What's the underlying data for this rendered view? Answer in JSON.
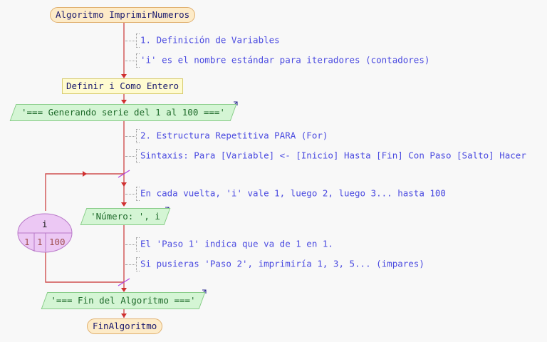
{
  "diagram": {
    "start": {
      "label": "Algoritmo ImprimirNumeros"
    },
    "end": {
      "label": "FinAlgoritmo"
    },
    "comments_block1": [
      "1. Definición de Variables",
      "'i' es el nombre estándar para iteradores (contadores)"
    ],
    "define": {
      "label": "Definir i Como Entero"
    },
    "output1": {
      "label": "'=== Generando serie del 1 al 100 ==='"
    },
    "comments_block2": [
      "2. Estructura Repetitiva PARA (For)",
      "Sintaxis: Para [Variable] <- [Inicio] Hasta [Fin] Con Paso [Salto] Hacer"
    ],
    "comment_loop": "En cada vuelta, 'i' vale 1, luego 2, luego 3... hasta 100",
    "loop": {
      "variable": "i",
      "start": "1",
      "step": "1",
      "end": "100"
    },
    "output2": {
      "label": "'Número: ', i"
    },
    "comments_block3": [
      "El 'Paso 1' indica que va de 1 en 1.",
      "Si pusieras 'Paso 2', imprimiría 1, 3, 5... (impares)"
    ],
    "output3": {
      "label": "'=== Fin del Algoritmo ==='"
    },
    "colors": {
      "flow_line": "#d04040",
      "comment_text": "#4a4ae0",
      "terminal_fill": "#fdebc8",
      "process_fill": "#fffbd0",
      "io_fill": "#d4f5d4",
      "loop_fill": "#ecc8f4"
    }
  }
}
